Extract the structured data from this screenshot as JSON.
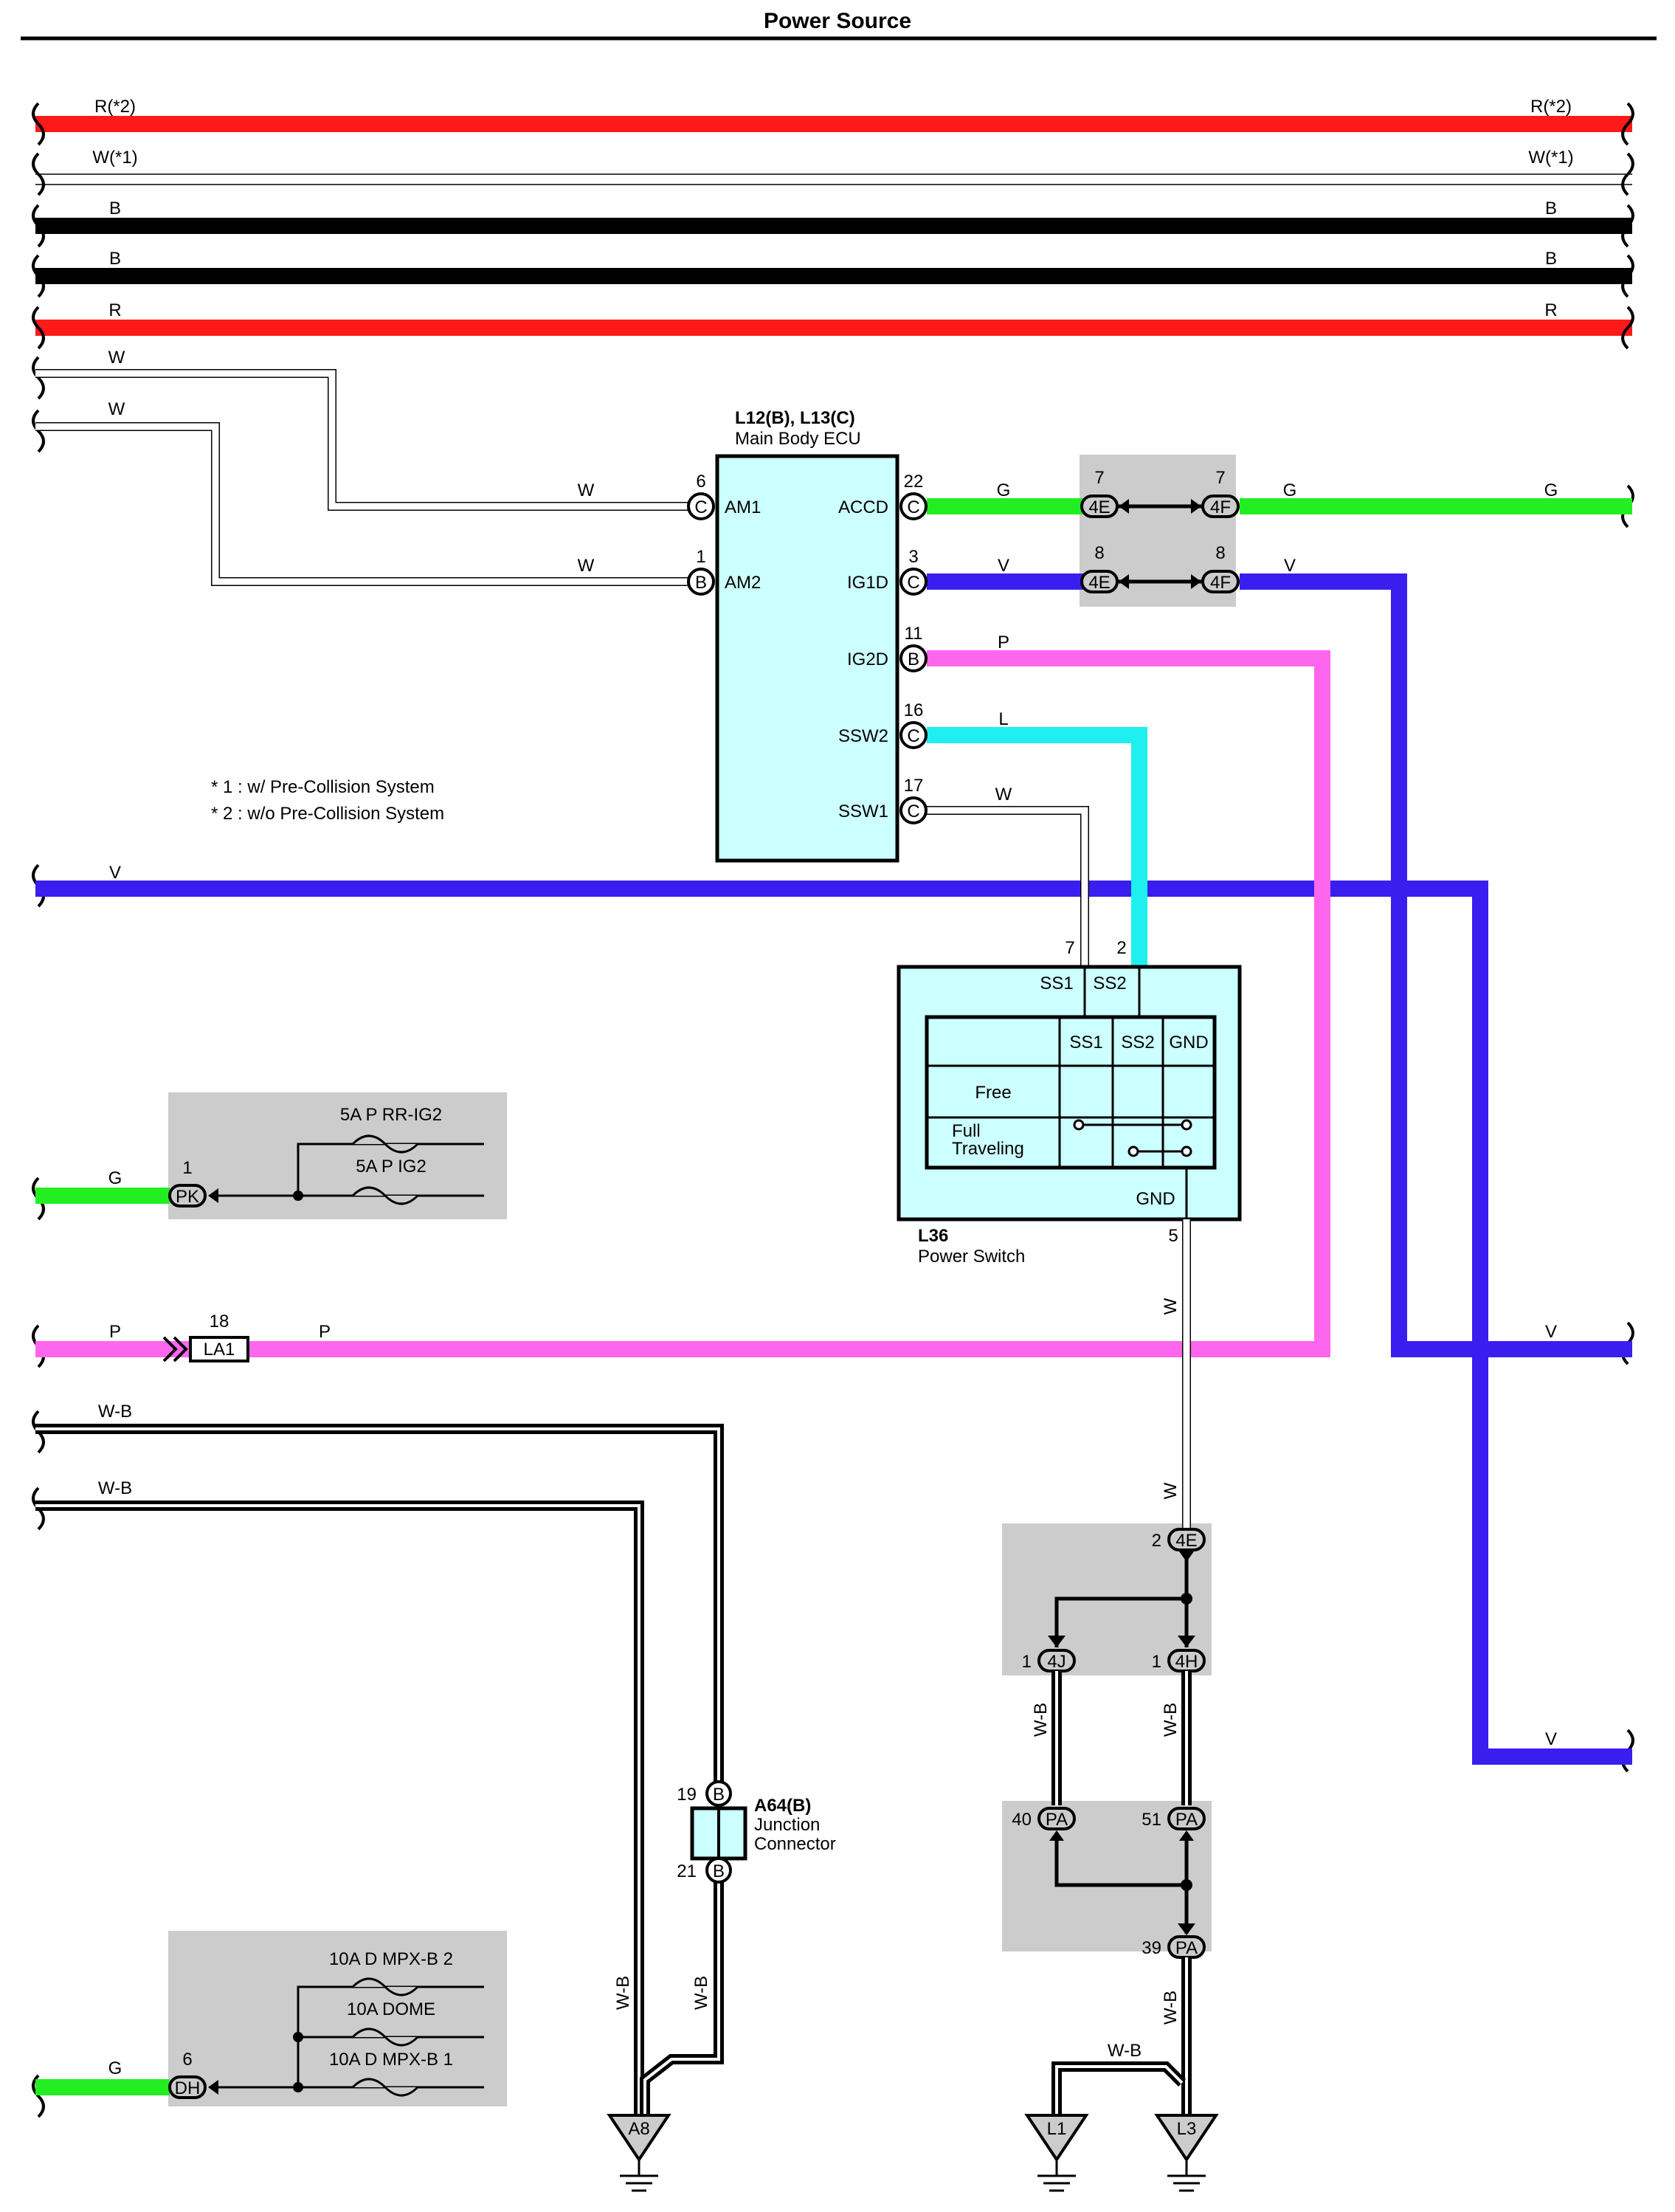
{
  "title": "Power Source",
  "colors": {
    "red": "#ff1a1a",
    "green": "#22ee22",
    "violet": "#3a1ef0",
    "pink": "#ff66ee",
    "cyan": "#1ef0f0",
    "black": "#000000",
    "white": "#ffffff",
    "module_fill": "#ccffff",
    "shade": "#cccccc"
  },
  "bus_wires": [
    {
      "left": "R(*2)",
      "right": "R(*2)"
    },
    {
      "left": "W(*1)",
      "right": "W(*1)"
    },
    {
      "left": "B",
      "right": "B"
    },
    {
      "left": "B",
      "right": "B"
    },
    {
      "left": "R",
      "right": "R"
    }
  ],
  "left_w_wires": [
    "W",
    "W"
  ],
  "notes": [
    "* 1 : w/ Pre-Collision System",
    "* 2 : w/o Pre-Collision System"
  ],
  "ecu": {
    "name": "L12(B), L13(C)",
    "desc": "Main Body ECU",
    "am1": {
      "pin": "6",
      "conn": "C",
      "label": "AM1",
      "wire": "W"
    },
    "am2": {
      "pin": "1",
      "conn": "B",
      "label": "AM2",
      "wire": "W"
    },
    "accd": {
      "pin": "22",
      "conn": "C",
      "label": "ACCD",
      "wire": "G"
    },
    "ig1d": {
      "pin": "3",
      "conn": "C",
      "label": "IG1D",
      "wire": "V"
    },
    "ig2d": {
      "pin": "11",
      "conn": "B",
      "label": "IG2D",
      "wire": "P"
    },
    "ssw2": {
      "pin": "16",
      "conn": "C",
      "label": "SSW2",
      "wire": "L"
    },
    "ssw1": {
      "pin": "17",
      "conn": "C",
      "label": "SSW1",
      "wire": "W"
    }
  },
  "junction_4e4f": [
    {
      "pin_left": "7",
      "pin_right": "7",
      "left": "4E",
      "right": "4F",
      "wire_right": "G",
      "wire_end": "G"
    },
    {
      "pin_left": "8",
      "pin_right": "8",
      "left": "4E",
      "right": "4F",
      "wire_right": "V"
    }
  ],
  "v_wire": {
    "left": "V",
    "right_mid": "V",
    "right_low": "V"
  },
  "power_switch": {
    "name": "L36",
    "desc": "Power Switch",
    "pin_ss1": "7",
    "pin_ss2": "2",
    "pin_gnd": "5",
    "term_ss1": "SS1",
    "term_ss2": "SS2",
    "term_gnd": "GND",
    "table_cols": [
      "SS1",
      "SS2",
      "GND"
    ],
    "table_rows": [
      "Free",
      "Full",
      "Traveling"
    ],
    "gnd_wire": "W"
  },
  "fuse_box_1": {
    "pin": "1",
    "conn": "PK",
    "wire": "G",
    "fuses": [
      "5A P RR-IG2",
      "5A P IG2"
    ]
  },
  "la1": {
    "pin": "18",
    "conn": "LA1",
    "wire_left": "P",
    "wire_right": "P"
  },
  "wb_wires": [
    "W-B",
    "W-B"
  ],
  "junction_a64": {
    "name": "A64(B)",
    "desc1": "Junction",
    "desc2": "Connector",
    "pin_top": "19",
    "pin_bottom": "21",
    "conn": "B",
    "wire_a": "W-B",
    "wire_b": "W-B"
  },
  "fuse_box_2": {
    "pin": "6",
    "conn": "DH",
    "wire": "G",
    "fuses": [
      "10A D MPX-B 2",
      "10A DOME",
      "10A D MPX-B 1"
    ]
  },
  "ground_connectors": [
    {
      "pin": "2",
      "conn": "4E"
    },
    {
      "pin": "1",
      "conn": "4J"
    },
    {
      "pin": "1",
      "conn": "4H"
    },
    {
      "pin": "40",
      "conn": "PA"
    },
    {
      "pin": "51",
      "conn": "PA"
    },
    {
      "pin": "39",
      "conn": "PA"
    }
  ],
  "ground_wires": [
    "W",
    "W-B",
    "W-B",
    "W-B",
    "W-B"
  ],
  "grounds": [
    "A8",
    "L1",
    "L3"
  ]
}
